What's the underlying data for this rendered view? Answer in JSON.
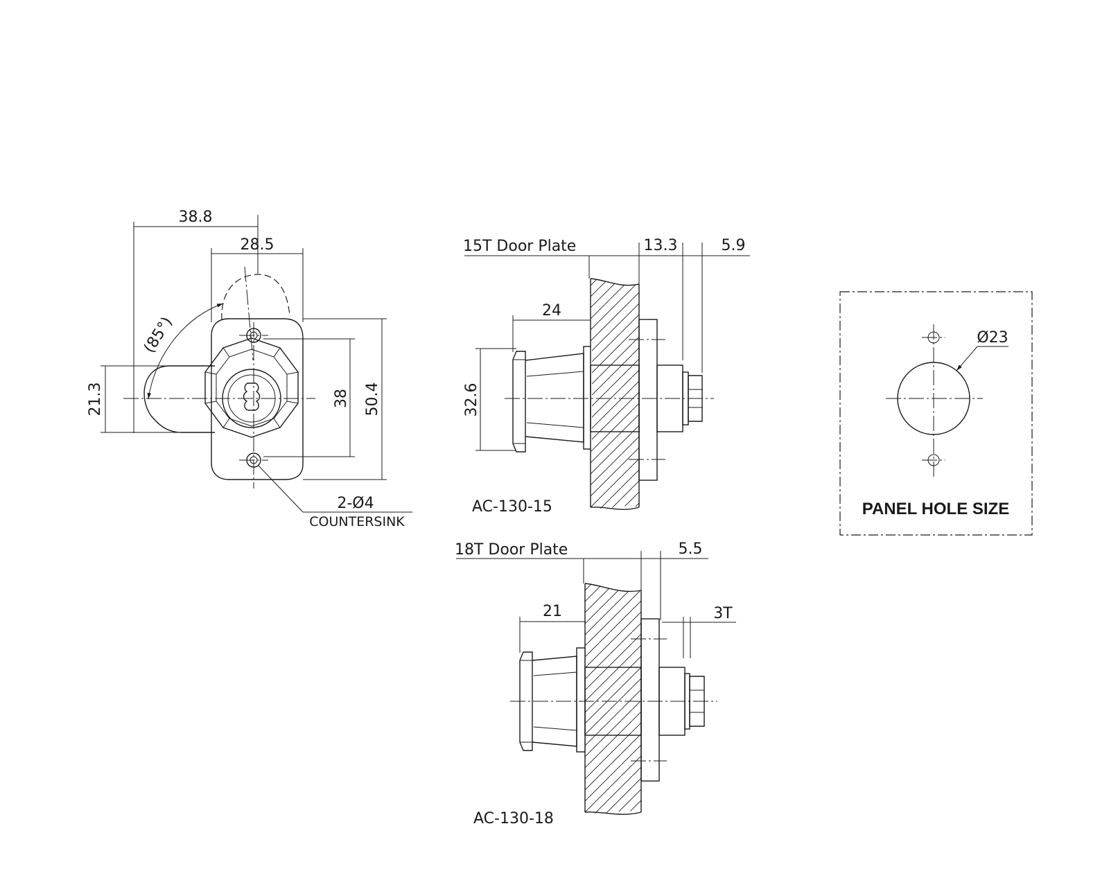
{
  "front_view": {
    "dim_overall_width": "38.8",
    "dim_body_width": "28.5",
    "dim_rotation_angle": "(85°)",
    "dim_cam_height": "21.3",
    "dim_hole_pitch": "38",
    "dim_body_height": "50.4",
    "note_holes": "2-Ø4",
    "note_countersink": "COUNTERSINK"
  },
  "side_view_15": {
    "plate_label": "15T Door Plate",
    "dim_nut_offset": "13.3",
    "dim_nut_thickness": "5.9",
    "dim_head_length": "24",
    "dim_head_diameter": "32.6",
    "model": "AC-130-15"
  },
  "side_view_18": {
    "plate_label": "18T Door Plate",
    "dim_nut_offset": "5.5",
    "dim_head_length": "21",
    "dim_washer_thickness": "3T",
    "model": "AC-130-18"
  },
  "panel_hole": {
    "dim_hole_diameter": "Ø23",
    "title": "PANEL HOLE SIZE"
  }
}
